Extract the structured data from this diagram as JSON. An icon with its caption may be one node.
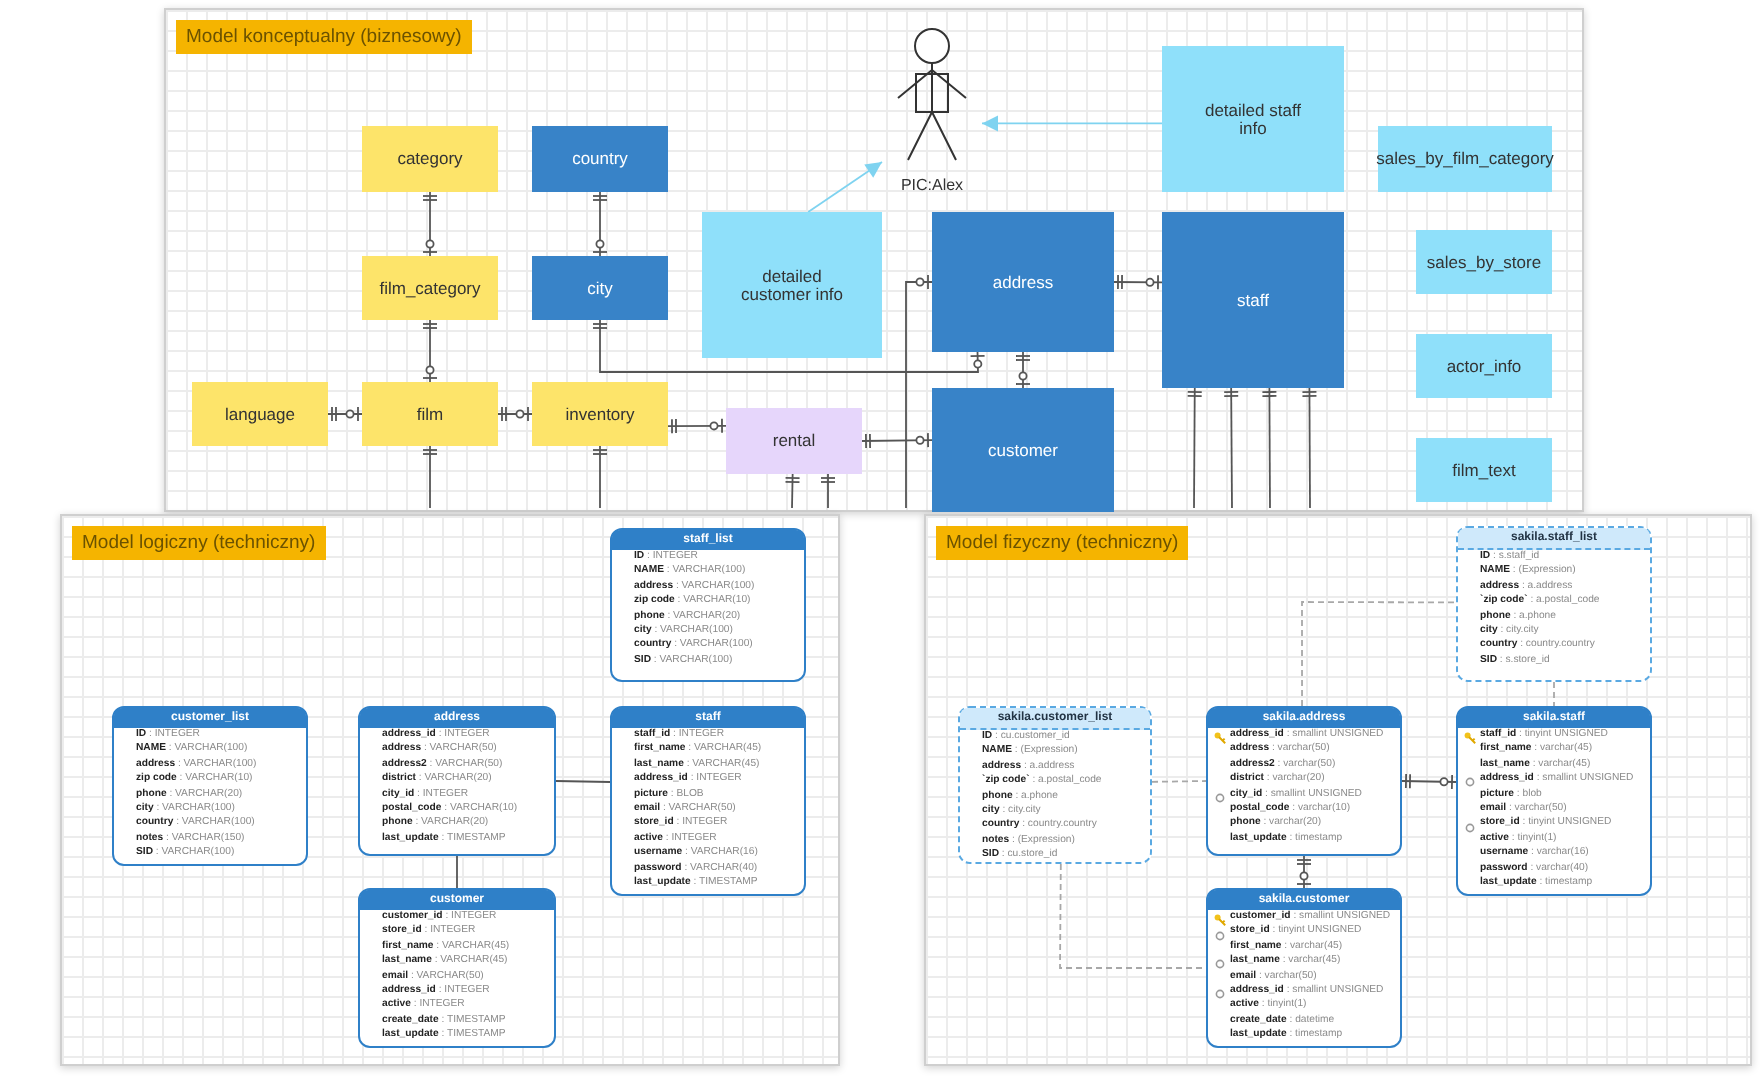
{
  "diagram": {
    "nodes": [
      {
        "text": [
          "Model konceptualny (biznesowy)"
        ]
      },
      {
        "text": [
          "category"
        ],
        "in": 0
      },
      {
        "text": [
          "country"
        ],
        "in": 0
      },
      {
        "text": [
          "film_category"
        ],
        "in": 0
      },
      {
        "text": [
          "city"
        ],
        "in": 0
      },
      {
        "text": [
          "language"
        ],
        "in": 0
      },
      {
        "text": [
          "film"
        ],
        "in": 0
      },
      {
        "text": [
          "inventory"
        ],
        "in": 0
      },
      {
        "text": [
          "rental"
        ],
        "in": 0
      },
      {
        "text": [
          "PIC:Alex"
        ],
        "in": 0
      },
      {
        "text": [
          "detailed customer info"
        ],
        "in": 0
      },
      {
        "text": [
          "detailed staff info"
        ],
        "in": 0
      },
      {
        "text": [
          "address"
        ],
        "in": 0
      },
      {
        "text": [
          "staff"
        ],
        "in": 0
      },
      {
        "text": [
          "customer"
        ],
        "in": 0
      },
      {
        "text": [
          "sales_by_film_category"
        ],
        "in": 0
      },
      {
        "text": [
          "sales_by_store"
        ],
        "in": 0
      },
      {
        "text": [
          "actor_info"
        ],
        "in": 0
      },
      {
        "text": [
          "film_text"
        ],
        "in": 0
      },
      {
        "text": [
          "Model logiczny (techniczny)"
        ]
      },
      {
        "text": [
          "staff_list",
          "**ID** : INTEGER",
          "**NAME** : VARCHAR(100)",
          "**address** : VARCHAR(100)",
          "**zip code** : VARCHAR(10)",
          "**phone** : VARCHAR(20)",
          "**city** : VARCHAR(100)",
          "**country** : VARCHAR(100)",
          "**SID** : VARCHAR(100)"
        ],
        "in": 19
      },
      {
        "text": [
          "customer_list",
          "**ID** : INTEGER",
          "**NAME** : VARCHAR(100)",
          "**address** : VARCHAR(100)",
          "**zip code** : VARCHAR(10)",
          "**phone** : VARCHAR(20)",
          "**city** : VARCHAR(100)",
          "**country** : VARCHAR(100)",
          "**notes** : VARCHAR(150)",
          "**SID** : VARCHAR(100)"
        ],
        "in": 19
      },
      {
        "text": [
          "address",
          "**address_id** : INTEGER",
          "**address** : VARCHAR(50)",
          "**address2** : VARCHAR(50)",
          "**district** : VARCHAR(20)",
          "**city_id** : INTEGER",
          "**postal_code** : VARCHAR(10)",
          "**phone** : VARCHAR(20)",
          "**last_update** : TIMESTAMP"
        ],
        "in": 19
      },
      {
        "text": [
          "staff",
          "**staff_id** : INTEGER",
          "**first_name** : VARCHAR(45)",
          "**last_name** : VARCHAR(45)",
          "**address_id** : INTEGER",
          "**picture** : BLOB",
          "**email** : VARCHAR(50)",
          "**store_id** : INTEGER",
          "**active** : INTEGER",
          "**username** : VARCHAR(16)",
          "**password** : VARCHAR(40)",
          "**last_update** : TIMESTAMP"
        ],
        "in": 19
      },
      {
        "text": [
          "customer",
          "**customer_id** : INTEGER",
          "**store_id** : INTEGER",
          "**first_name** : VARCHAR(45)",
          "**last_name** : VARCHAR(45)",
          "**email** : VARCHAR(50)",
          "**address_id** : INTEGER",
          "**active** : INTEGER",
          "**create_date** : TIMESTAMP",
          "**last_update** : TIMESTAMP"
        ],
        "in": 19
      },
      {
        "text": [
          "Model fizyczny (techniczny)"
        ]
      },
      {
        "text": [
          "sakila.staff_list",
          "**ID** : s.staff_id",
          "**NAME** : (Expression)",
          "**address** : a.address",
          "**`zip code`** : a.postal_code",
          "**phone** : a.phone",
          "**city** : city.city",
          "**country** : country.country",
          "**SID** : s.store_id"
        ],
        "in": 25
      },
      {
        "text": [
          "sakila.customer_list",
          "**ID** : cu.customer_id",
          "**NAME** : (Expression)",
          "**address** : a.address",
          "**`zip code`** : a.postal_code",
          "**phone** : a.phone",
          "**city** : city.city",
          "**country** : country.country",
          "**notes** : (Expression)",
          "**SID** : cu.store_id"
        ],
        "in": 25
      },
      {
        "text": [
          "sakila.address",
          "**address_id** : smallint UNSIGNED",
          "**address** : varchar(50)",
          "**address2** : varchar(50)",
          "**district** : varchar(20)",
          "**city_id** : smallint UNSIGNED",
          "**postal_code** : varchar(10)",
          "**phone** : varchar(20)",
          "**last_update** : timestamp"
        ],
        "in": 25
      },
      {
        "text": [
          "sakila.staff",
          "**staff_id** : tinyint UNSIGNED",
          "**first_name** : varchar(45)",
          "**last_name** : varchar(45)",
          "**address_id** : smallint UNSIGNED",
          "**picture** : blob",
          "**email** : varchar(50)",
          "**store_id** : tinyint UNSIGNED",
          "**active** : tinyint(1)",
          "**username** : varchar(16)",
          "**password** : varchar(40)",
          "**last_update** : timestamp"
        ],
        "in": 25
      },
      {
        "text": [
          "sakila.customer",
          "**customer_id** : smallint UNSIGNED",
          "**store_id** : tinyint UNSIGNED",
          "**first_name** : varchar(45)",
          "**last_name** : varchar(45)",
          "**email** : varchar(50)",
          "**address_id** : smallint UNSIGNED",
          "**active** : tinyint(1)",
          "**create_date** : datetime",
          "**last_update** : timestamp"
        ],
        "in": 25
      }
    ],
    "edges": [
      {
        "from": 1,
        "to": 3,
        "arrow": "other"
      },
      {
        "from": 3,
        "to": 6,
        "arrow": "other"
      },
      {
        "from": 2,
        "to": 4,
        "arrow": "other"
      },
      {
        "from": 5,
        "to": 6,
        "arrow": "other"
      },
      {
        "from": 6,
        "to": 7,
        "arrow": "other"
      },
      {
        "from": 7,
        "to": 8,
        "arrow": "other"
      },
      {
        "from": 4,
        "to": 12,
        "arrow": "other"
      },
      {
        "from": 12,
        "to": 14,
        "arrow": "other"
      },
      {
        "from": 8,
        "to": 14,
        "arrow": "other"
      },
      {
        "from": 12,
        "to": 13,
        "arrow": "other"
      },
      {
        "from": 10,
        "to": 9,
        "arrow": "to",
        "color": "#7fd3f0"
      },
      {
        "from": 11,
        "to": 9,
        "arrow": "to",
        "color": "#7fd3f0"
      },
      {
        "from": null,
        "to": 12,
        "arrow": "other"
      },
      {
        "from": 6,
        "to": null,
        "arrow": "other"
      },
      {
        "from": 7,
        "to": null,
        "arrow": "other"
      },
      {
        "from": 8,
        "to": null,
        "arrow": "other"
      },
      {
        "from": 8,
        "to": null,
        "arrow": "other"
      },
      {
        "from": 13,
        "to": null,
        "arrow": "other"
      },
      {
        "from": 13,
        "to": null,
        "arrow": "other"
      },
      {
        "from": 13,
        "to": null,
        "arrow": "other"
      },
      {
        "from": 13,
        "to": null,
        "arrow": "other"
      },
      {
        "from": 22,
        "to": 24,
        "arrow": "none"
      },
      {
        "from": 22,
        "to": 23,
        "arrow": "none"
      },
      {
        "from": 28,
        "to": 30,
        "arrow": "other"
      },
      {
        "from": 28,
        "to": 29,
        "arrow": "other"
      },
      {
        "from": 27,
        "to": 28,
        "arrow": "none",
        "style": "dashed",
        "color": "#a8a8a8"
      },
      {
        "from": 27,
        "to": 30,
        "arrow": "none",
        "style": "dashed",
        "color": "#a8a8a8"
      },
      {
        "from": 28,
        "to": 26,
        "arrow": "none",
        "style": "dashed",
        "color": "#a8a8a8"
      },
      {
        "from": 26,
        "to": 29,
        "arrow": "none",
        "style": "dashed",
        "color": "#a8a8a8"
      }
    ]
  }
}
